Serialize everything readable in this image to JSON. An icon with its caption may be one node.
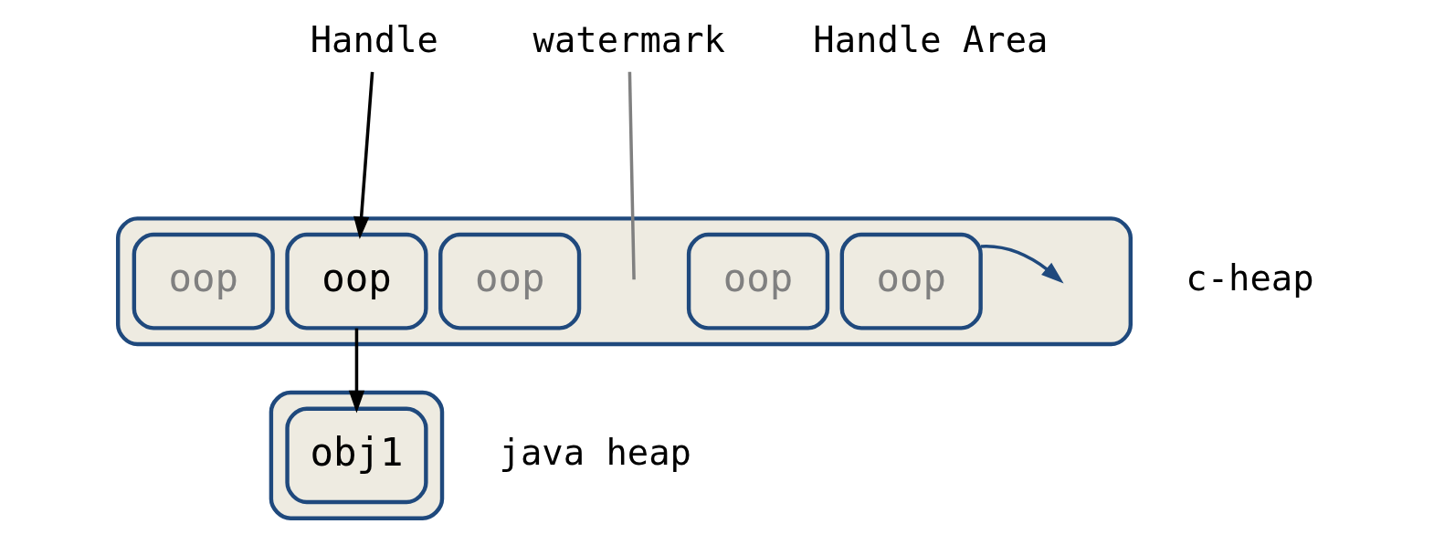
{
  "diagram": {
    "nodes": [
      {
        "text": [],
        "shape": "box",
        "beside": [
          "c-heap"
        ]
      },
      {
        "text": [
          "oop"
        ],
        "in": 0
      },
      {
        "text": [
          "oop"
        ],
        "in": 0
      },
      {
        "text": [
          "oop"
        ],
        "in": 0
      },
      {
        "text": [
          "oop"
        ],
        "in": 0
      },
      {
        "text": [
          "oop"
        ],
        "in": 0
      },
      {
        "text": [],
        "shape": "box",
        "beside": [
          "java heap"
        ]
      },
      {
        "text": [
          "obj1"
        ],
        "in": 6
      },
      {
        "text": [
          "Handle"
        ]
      },
      {
        "text": [
          "watermark"
        ]
      }
    ],
    "edges": [
      {
        "from": 8,
        "to": 2,
        "arrow": "to"
      },
      {
        "from": 2,
        "to": 7,
        "arrow": "to"
      },
      {
        "from": 5,
        "to": null,
        "arrow": "to",
        "color": "#1f497d"
      },
      {
        "from": 9,
        "to": null,
        "arrow": "none",
        "color": "#808080"
      }
    ],
    "labels": [
      "Handle Area"
    ]
  }
}
